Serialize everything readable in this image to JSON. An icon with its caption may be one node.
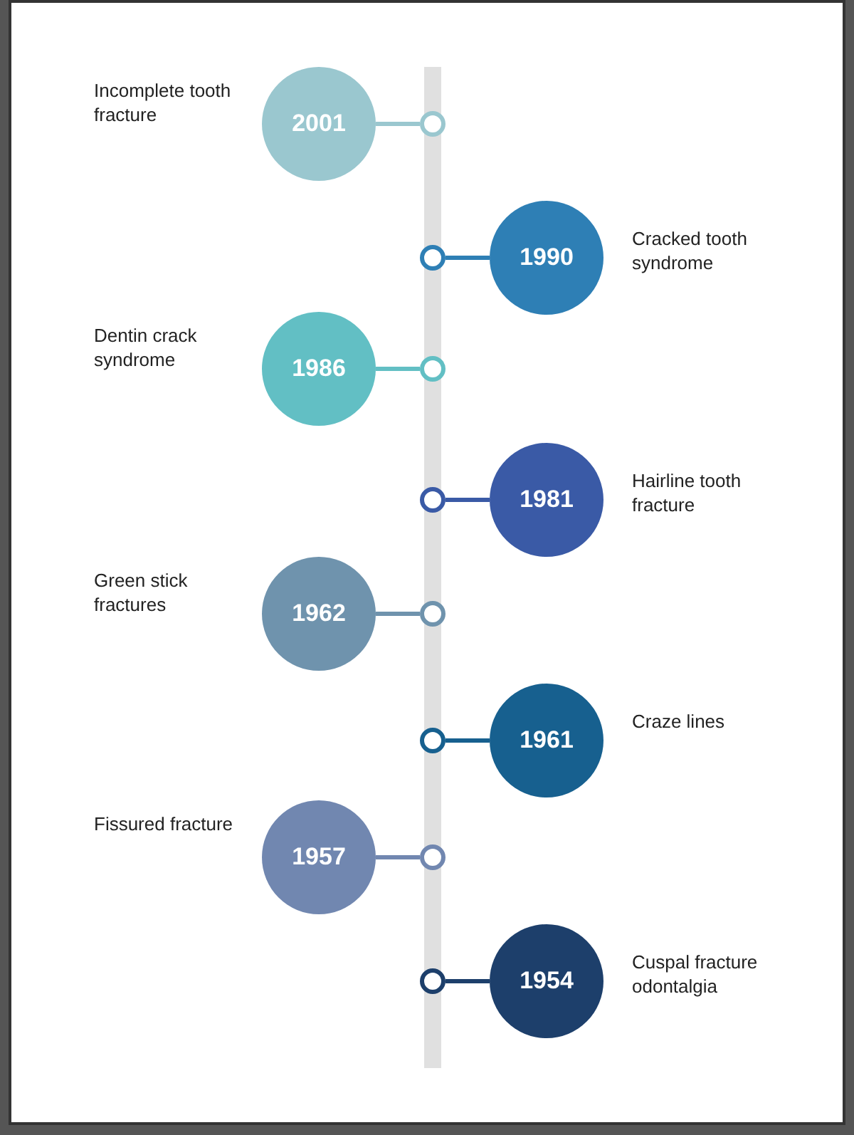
{
  "diagram": {
    "nodes": [
      {
        "text": [
          "2001"
        ],
        "beside": [
          "Incomplete tooth fracture"
        ]
      },
      {
        "text": [],
        "shape": "circle"
      },
      {
        "text": [
          "1990"
        ],
        "beside": [
          "Cracked tooth syndrome"
        ]
      },
      {
        "text": [],
        "shape": "circle"
      },
      {
        "text": [
          "1986"
        ],
        "beside": [
          "Dentin crack syndrome"
        ]
      },
      {
        "text": [],
        "shape": "circle"
      },
      {
        "text": [
          "1981"
        ],
        "beside": [
          "Hairline tooth fracture"
        ]
      },
      {
        "text": [],
        "shape": "circle"
      },
      {
        "text": [
          "1962"
        ],
        "beside": [
          "Green stick fractures"
        ]
      },
      {
        "text": [],
        "shape": "circle"
      },
      {
        "text": [
          "1961"
        ],
        "beside": [
          "Craze lines"
        ]
      },
      {
        "text": [],
        "shape": "circle"
      },
      {
        "text": [
          "1957"
        ],
        "beside": [
          "Fissured fracture"
        ]
      },
      {
        "text": [],
        "shape": "circle"
      },
      {
        "text": [
          "1954"
        ],
        "beside": [
          "Cuspal fracture odontalgia"
        ]
      },
      {
        "text": [],
        "shape": "circle"
      }
    ],
    "edges": [
      {
        "from": 0,
        "to": 1,
        "arrow": "none",
        "color": "#9ac7cf"
      },
      {
        "from": 2,
        "to": 3,
        "arrow": "none",
        "color": "#2e7fb5"
      },
      {
        "from": 4,
        "to": 5,
        "arrow": "none",
        "color": "#62bfc4"
      },
      {
        "from": 6,
        "to": 7,
        "arrow": "none",
        "color": "#3a5aa6"
      },
      {
        "from": 8,
        "to": 9,
        "arrow": "none",
        "color": "#6f93ad"
      },
      {
        "from": 10,
        "to": 11,
        "arrow": "none",
        "color": "#17608f"
      },
      {
        "from": 12,
        "to": 13,
        "arrow": "none",
        "color": "#7187b0"
      },
      {
        "from": 14,
        "to": 15,
        "arrow": "none",
        "color": "#1d3f6b"
      }
    ]
  }
}
